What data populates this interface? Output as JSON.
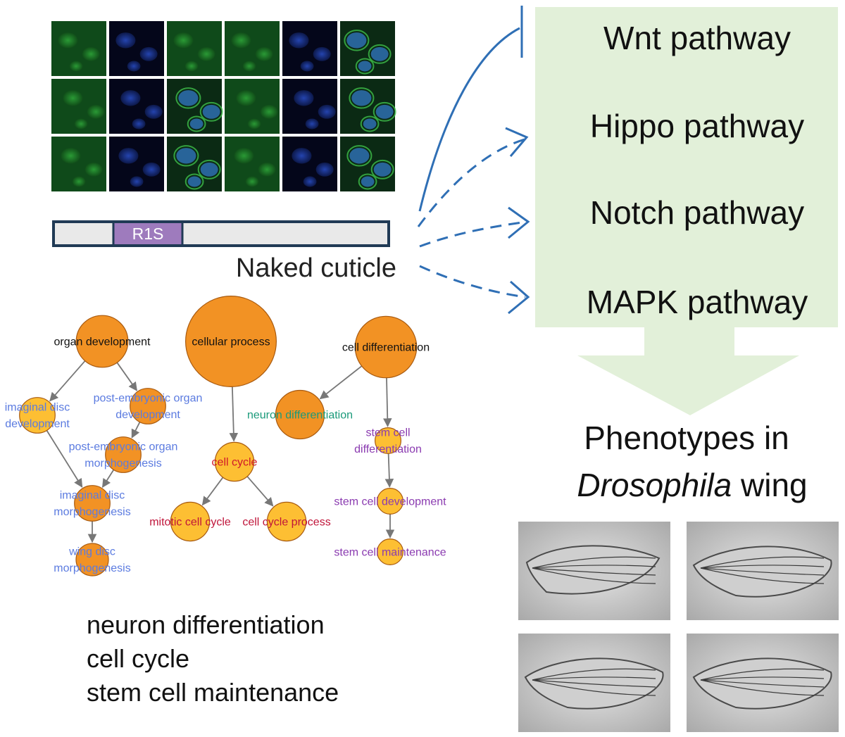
{
  "protein": {
    "name": "Naked cuticle",
    "domain": "R1S",
    "domain_color": "#9e7bbd",
    "bar_fill": "#e9e9e9",
    "bar_border": "#203a55"
  },
  "pathways": {
    "box_color": "#e2f0d9",
    "items": [
      {
        "label": "Wnt pathway",
        "arrow": "inhibit"
      },
      {
        "label": "Hippo pathway",
        "arrow": "dashed"
      },
      {
        "label": "Notch pathway",
        "arrow": "dashed"
      },
      {
        "label": "MAPK pathway",
        "arrow": "dashed"
      }
    ],
    "arrow_color": "#2f6fb5"
  },
  "phenotypes": {
    "line1": "Phenotypes in",
    "species": "Drosophila",
    "suffix": " wing"
  },
  "go_network": {
    "node_dark": "#f29224",
    "node_light": "#fdbf33",
    "nodes": [
      {
        "id": "organ_development",
        "label": "organ development",
        "color": "#111111",
        "shade": "dark",
        "r": 0.8
      },
      {
        "id": "cellular_process",
        "label": "cellular process",
        "color": "#111111",
        "shade": "dark",
        "r": 1.4
      },
      {
        "id": "cell_differentiation",
        "label": "cell differentiation",
        "color": "#111111",
        "shade": "dark",
        "r": 0.95
      },
      {
        "id": "imaginal_disc_development",
        "label": "imaginal disc\ndevelopment",
        "color": "#5b7be0",
        "shade": "light",
        "r": 0.55
      },
      {
        "id": "post_embryonic_organ_development",
        "label": "post-embryonic organ\ndevelopment",
        "color": "#5b7be0",
        "shade": "dark",
        "r": 0.55
      },
      {
        "id": "post_embryonic_organ_morphogenesis",
        "label": "post-embryonic organ\nmorphogenesis",
        "color": "#5b7be0",
        "shade": "dark",
        "r": 0.55
      },
      {
        "id": "imaginal_disc_morphogenesis",
        "label": "imaginal disc\nmorphogenesis",
        "color": "#5b7be0",
        "shade": "dark",
        "r": 0.55
      },
      {
        "id": "wing_disc_morphogenesis",
        "label": "wing disc\nmorphogenesis",
        "color": "#5b7be0",
        "shade": "dark",
        "r": 0.5
      },
      {
        "id": "neuron_differentiation",
        "label": "neuron differentiation",
        "color": "#1a9a7a",
        "shade": "dark",
        "r": 0.75
      },
      {
        "id": "cell_cycle",
        "label": "cell cycle",
        "color": "#d0182a",
        "shade": "light",
        "r": 0.6
      },
      {
        "id": "mitotic_cell_cycle",
        "label": "mitotic cell cycle",
        "color": "#c0153a",
        "shade": "light",
        "r": 0.6
      },
      {
        "id": "cell_cycle_process",
        "label": "cell cycle process",
        "color": "#c0153a",
        "shade": "light",
        "r": 0.6
      },
      {
        "id": "stem_cell_differentiation",
        "label": "stem cell\ndifferentiation",
        "color": "#8a3ab0",
        "shade": "light",
        "r": 0.4
      },
      {
        "id": "stem_cell_development",
        "label": "stem cell development",
        "color": "#8a3ab0",
        "shade": "light",
        "r": 0.4
      },
      {
        "id": "stem_cell_maintenance",
        "label": "stem cell maintenance",
        "color": "#8a3ab0",
        "shade": "light",
        "r": 0.4
      }
    ],
    "edges": [
      [
        "organ_development",
        "imaginal_disc_development"
      ],
      [
        "organ_development",
        "post_embryonic_organ_development"
      ],
      [
        "post_embryonic_organ_development",
        "post_embryonic_organ_morphogenesis"
      ],
      [
        "imaginal_disc_development",
        "imaginal_disc_morphogenesis"
      ],
      [
        "post_embryonic_organ_morphogenesis",
        "imaginal_disc_morphogenesis"
      ],
      [
        "imaginal_disc_morphogenesis",
        "wing_disc_morphogenesis"
      ],
      [
        "cellular_process",
        "cell_cycle"
      ],
      [
        "cell_cycle",
        "mitotic_cell_cycle"
      ],
      [
        "cell_cycle",
        "cell_cycle_process"
      ],
      [
        "cell_differentiation",
        "neuron_differentiation"
      ],
      [
        "cell_differentiation",
        "stem_cell_differentiation"
      ],
      [
        "stem_cell_differentiation",
        "stem_cell_development"
      ],
      [
        "stem_cell_development",
        "stem_cell_maintenance"
      ]
    ]
  },
  "summary_terms": [
    "neuron differentiation",
    "cell cycle",
    "stem cell maintenance"
  ],
  "microscopy": {
    "rows": 3,
    "cols": 6,
    "cells": [
      "green",
      "blue",
      "green",
      "green",
      "blue",
      "merge",
      "green",
      "blue",
      "merge",
      "green",
      "blue",
      "merge",
      "green",
      "blue",
      "merge",
      "green",
      "blue",
      "merge"
    ]
  },
  "wing_images": [
    "wing-crumpled",
    "wing-normal",
    "wing-normal",
    "wing-normal"
  ]
}
